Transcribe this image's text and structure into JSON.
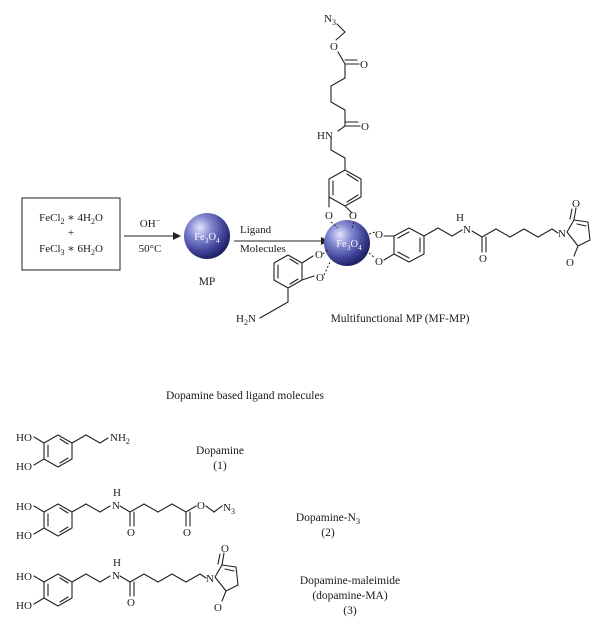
{
  "reaction": {
    "reactant1": "FeCl2 * 4H2O",
    "plus": "+",
    "reactant2": "FeCl3 * 6H2O",
    "condition_top": "OH−",
    "condition_bottom": "50°C",
    "mp_core": "Fe3O4",
    "mp_label": "MP",
    "ligand_step_top": "Ligand",
    "ligand_step_bottom": "Molecules",
    "mfmp_core": "Fe3O4",
    "mfmp_label": "Multifunctional MP (MF-MP)"
  },
  "atoms": {
    "N3": "N3",
    "O": "O",
    "HN": "HN",
    "H": "H",
    "N": "N",
    "H2N": "H2N",
    "HO": "HO",
    "NH2": "NH2"
  },
  "section_title": "Dopamine based ligand molecules",
  "ligands": [
    {
      "name": "Dopamine",
      "number": "(1)"
    },
    {
      "name": "Dopamine-N3",
      "number": "(2)"
    },
    {
      "name_line1": "Dopamine-maleimide",
      "name_line2": "(dopamine-MA)",
      "number": "(3)"
    }
  ],
  "colors": {
    "sphere_core": "#5e63b8",
    "sphere_dark": "#1f2366",
    "sphere_light": "#d9dcf5"
  }
}
